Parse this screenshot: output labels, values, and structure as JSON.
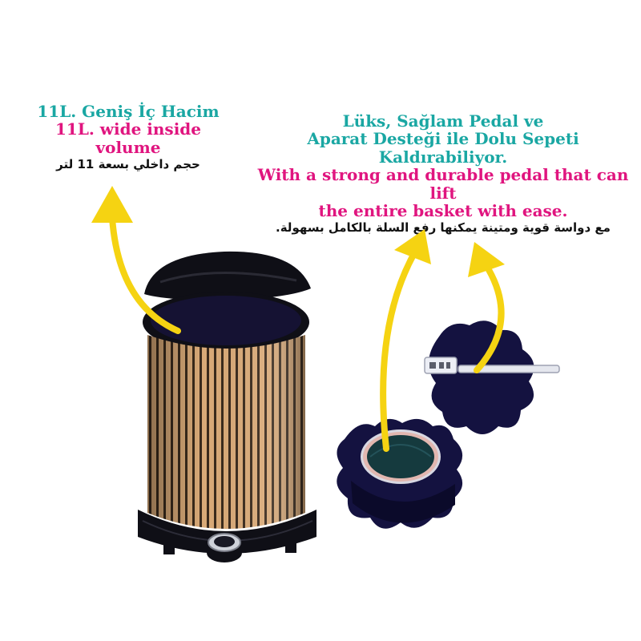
{
  "left_caption": {
    "turkish": "11L. Geniş İç Hacim",
    "english": "11L. wide inside volume",
    "arabic": "حجم داخلي بسعة 11 لتر"
  },
  "right_caption": {
    "turkish_line1": "Lüks, Sağlam Pedal ve",
    "turkish_line2": "Aparat Desteği ile Dolu Sepeti Kaldırabiliyor.",
    "english_line1": "With a strong and durable pedal that can lift",
    "english_line2": "the entire basket with ease.",
    "arabic": "مع دواسة قوية ومتينة يمكنها رفع السلة بالكامل بسهولة."
  },
  "colors": {
    "turkish_text": "#1aa7a3",
    "english_text": "#e0157f",
    "arabic_text": "#111111",
    "arrow": "#f5d312",
    "bin_body": "#d9aa78",
    "bin_black": "#0f0f16",
    "pedal_navy": "#141240"
  },
  "icons": {
    "arrow": "curved-arrow-icon"
  }
}
